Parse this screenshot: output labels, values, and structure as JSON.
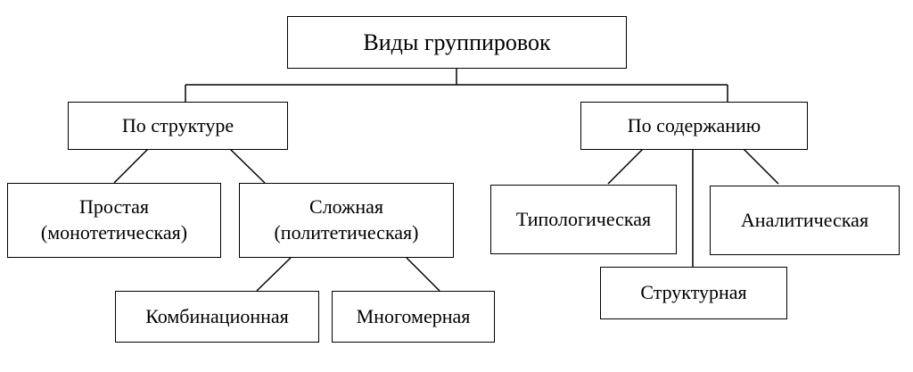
{
  "diagram": {
    "root": {
      "label": "Виды группировок"
    },
    "by_structure": {
      "label": "По структуре",
      "simple": {
        "line1": "Простая",
        "line2": "(монотетическая)"
      },
      "complex": {
        "line1": "Сложная",
        "line2": "(политетическая)"
      },
      "combination": {
        "label": "Комбинационная"
      },
      "multidimensional": {
        "label": "Многомерная"
      }
    },
    "by_content": {
      "label": "По содержанию",
      "typological": {
        "label": "Типологическая"
      },
      "structural": {
        "label": "Структурная"
      },
      "analytical": {
        "label": "Аналитическая"
      }
    }
  }
}
